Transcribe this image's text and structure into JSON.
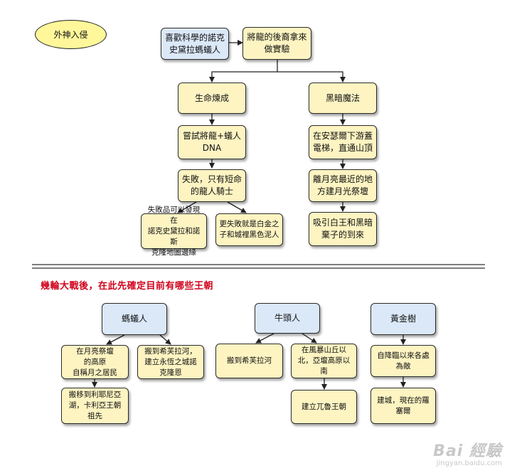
{
  "top": {
    "tag": "外神入侵",
    "start": "喜歡科學的諾克\n史黛拉螞蟻人",
    "step2": "將龍的後裔拿來\n做實驗",
    "left_branch": {
      "title": "生命煉成",
      "n1": "嘗試將龍+蟻人\nDNA",
      "n2": "失敗，只有短命\n的龍人騎士",
      "n3a": "失敗品可以發現在\n諾克史黛拉和諾斯\n克隆地圖邊緣",
      "n3b": "更失敗就是白金之\n子和城裡黑色泥人"
    },
    "right_branch": {
      "title": "黑暗魔法",
      "n1": "在安瑟爾下游蓋\n電梯，直通山頂",
      "n2": "離月亮最近的地\n方建月光祭壇",
      "n3": "吸引白王和黑暗\n棄子的到來"
    }
  },
  "section_title": "幾輪大戰後，在此先確定目前有哪些王朝",
  "bottom": {
    "ant": {
      "title": "螞蟻人",
      "n1": "在月亮祭壇\n的高原\n自稱月之居民",
      "n2": "搬到希芙拉河，\n建立永恆之城諾\n克隆恩",
      "n3": "搬移到利耶尼亞\n湖，卡利亞王朝\n祖先"
    },
    "bull": {
      "title": "牛頭人",
      "n1": "搬到希芙拉河",
      "n2": "在風暴山丘以\n北，亞壇高原以\n南",
      "n3": "建立兀魯王朝"
    },
    "tree": {
      "title": "黃金樹",
      "n1": "自降臨以來各處\n為敵",
      "n2": "建城，現在的羅\n塞爾"
    }
  },
  "watermark": {
    "logo": "Bai 經驗",
    "url": "jingyan.baidu.com"
  }
}
